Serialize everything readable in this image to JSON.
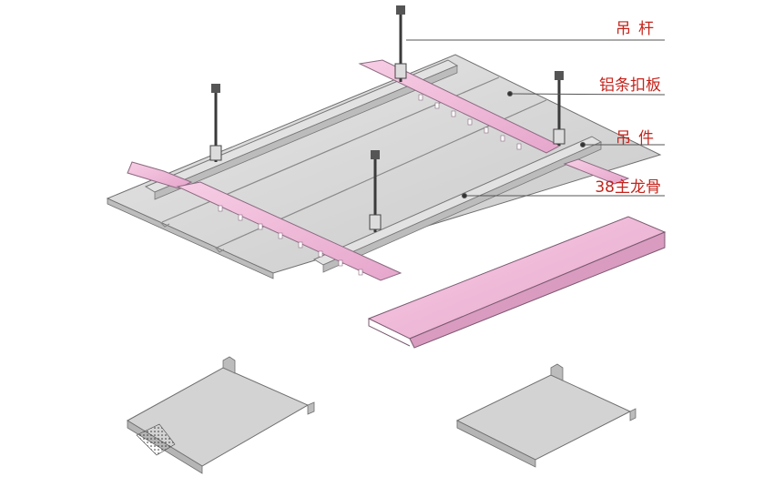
{
  "diagram": {
    "labels": [
      {
        "id": "hanger-rod",
        "text": "吊杆"
      },
      {
        "id": "aluminum-strip-panel",
        "text": "铝条扣板"
      },
      {
        "id": "hanger-clip",
        "text": "吊件"
      },
      {
        "id": "main-keel-38",
        "text": "38主龙骨"
      }
    ],
    "colors": {
      "label_text": "#c4241c",
      "leader_line": "#555555",
      "panel_fill": "#d7d7d7",
      "panel_stroke": "#6f6f6f",
      "carrier_fill": "#f0b8d8",
      "carrier_stroke": "#8a6a80",
      "rod": "#3a3a3a"
    }
  }
}
